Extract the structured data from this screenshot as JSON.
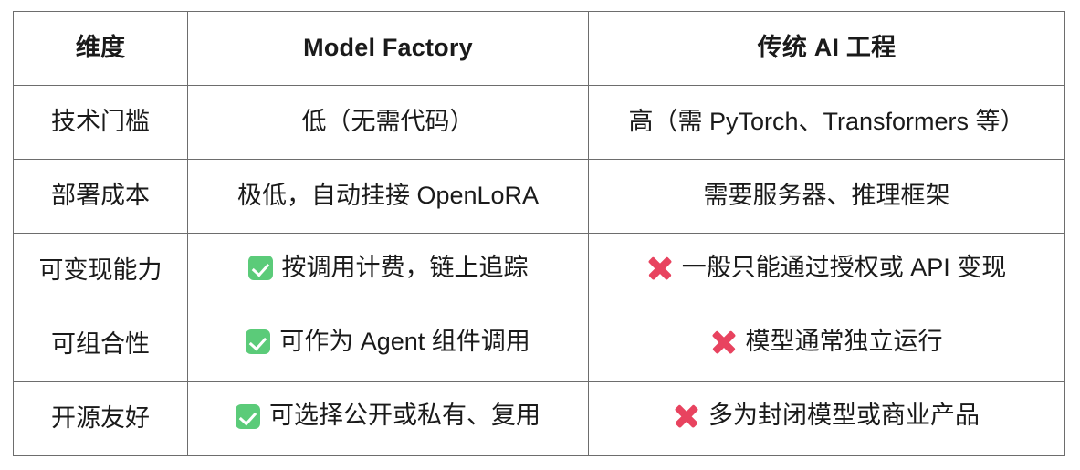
{
  "table": {
    "columns": [
      "维度",
      "Model Factory",
      "传统 AI 工程"
    ],
    "rows": [
      {
        "dimension": "技术门槛",
        "model_factory": {
          "mark": "none",
          "text": "低（无需代码）"
        },
        "traditional": {
          "mark": "none",
          "text": "高（需 PyTorch、Transformers 等）"
        }
      },
      {
        "dimension": "部署成本",
        "model_factory": {
          "mark": "none",
          "text": "极低，自动挂接 OpenLoRA"
        },
        "traditional": {
          "mark": "none",
          "text": "需要服务器、推理框架"
        }
      },
      {
        "dimension": "可变现能力",
        "model_factory": {
          "mark": "check",
          "text": "按调用计费，链上追踪"
        },
        "traditional": {
          "mark": "cross",
          "text": "一般只能通过授权或 API 变现"
        }
      },
      {
        "dimension": "可组合性",
        "model_factory": {
          "mark": "check",
          "text": "可作为 Agent 组件调用"
        },
        "traditional": {
          "mark": "cross",
          "text": "模型通常独立运行"
        }
      },
      {
        "dimension": "开源友好",
        "model_factory": {
          "mark": "check",
          "text": "可选择公开或私有、复用"
        },
        "traditional": {
          "mark": "cross",
          "text": "多为封闭模型或商业产品"
        }
      }
    ]
  },
  "colors": {
    "check_green": "#5BCB79",
    "cross_red": "#E8435F",
    "border": "#6d6d6d",
    "text": "#1a1a1a",
    "background": "#ffffff"
  },
  "icons": {
    "check_name": "green-check-icon",
    "cross_name": "red-cross-icon"
  }
}
